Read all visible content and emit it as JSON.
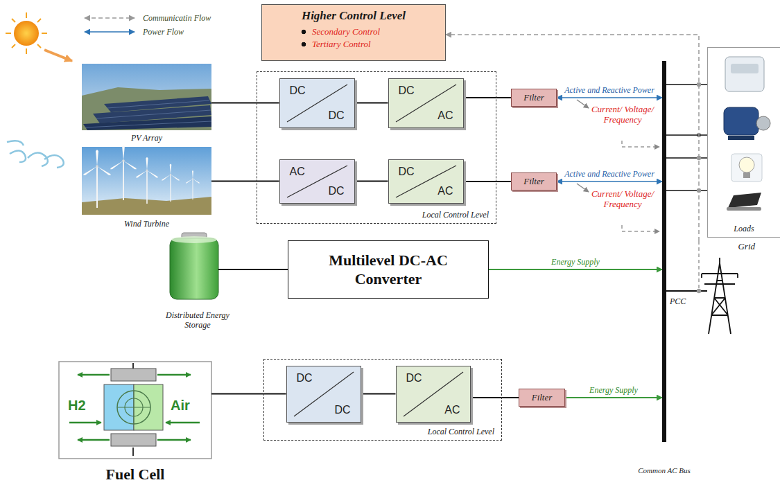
{
  "diagram": {
    "nodes": [
      {
        "text": [
          "Higher Control Level",
          "Secondary Control",
          "Tertiary Control"
        ]
      },
      {
        "text": [
          "PV Array"
        ]
      },
      {
        "text": [
          "Local Control Level"
        ]
      },
      {
        "text": [
          "DC",
          "DC"
        ],
        "in": 2
      },
      {
        "text": [
          "DC",
          "AC"
        ],
        "in": 2
      },
      {
        "text": [
          "Filter"
        ]
      },
      {
        "text": [
          "Wind Turbine"
        ]
      },
      {
        "text": [
          "AC",
          "DC"
        ],
        "in": 2
      },
      {
        "text": [
          "DC",
          "AC"
        ],
        "in": 2
      },
      {
        "text": [
          "Filter"
        ]
      },
      {
        "text": [
          "Loads"
        ]
      },
      {
        "text": [
          "Distributed Energy Storage"
        ]
      },
      {
        "text": [
          "Multilevel DC-AC Converter"
        ]
      },
      {
        "text": [
          "Grid"
        ]
      },
      {
        "text": [
          "Fuel Cell"
        ]
      },
      {
        "text": [
          "Local Control Level"
        ]
      },
      {
        "text": [
          "DC",
          "DC"
        ],
        "in": 15
      },
      {
        "text": [
          "DC",
          "AC"
        ],
        "in": 15
      },
      {
        "text": [
          "Filter"
        ]
      },
      {
        "text": [
          "Common AC Bus"
        ]
      }
    ],
    "edges": [
      {
        "from": 1,
        "to": 3,
        "arrow": "none"
      },
      {
        "from": 3,
        "to": 4,
        "arrow": "none"
      },
      {
        "from": 4,
        "to": 5,
        "arrow": "none"
      },
      {
        "from": 5,
        "to": 19,
        "arrow": "both",
        "label": "Active and Reactive Power"
      },
      {
        "from": 6,
        "to": 7,
        "arrow": "none"
      },
      {
        "from": 7,
        "to": 8,
        "arrow": "none"
      },
      {
        "from": 8,
        "to": 9,
        "arrow": "none"
      },
      {
        "from": 9,
        "to": 19,
        "arrow": "both",
        "label": "Active and Reactive Power"
      },
      {
        "from": 11,
        "to": 12,
        "arrow": "none"
      },
      {
        "from": 12,
        "to": 19,
        "arrow": "to",
        "label": "Energy Supply"
      },
      {
        "from": 14,
        "to": 16,
        "arrow": "none"
      },
      {
        "from": 16,
        "to": 17,
        "arrow": "none"
      },
      {
        "from": 17,
        "to": 18,
        "arrow": "none"
      },
      {
        "from": 18,
        "to": 19,
        "arrow": "to",
        "label": "Energy Supply"
      },
      {
        "from": 19,
        "to": 10,
        "arrow": "none"
      },
      {
        "from": 19,
        "to": 13,
        "arrow": "none"
      },
      {
        "from": 13,
        "to": 0,
        "arrow": "to"
      }
    ],
    "labels": [
      "Current/ Voltage/ Frequency",
      "Current/ Voltage/ Frequency",
      "PCC",
      "H2",
      "Air"
    ],
    "legend": [
      {
        "text": "Communicatin Flow"
      },
      {
        "text": "Power Flow"
      }
    ]
  }
}
